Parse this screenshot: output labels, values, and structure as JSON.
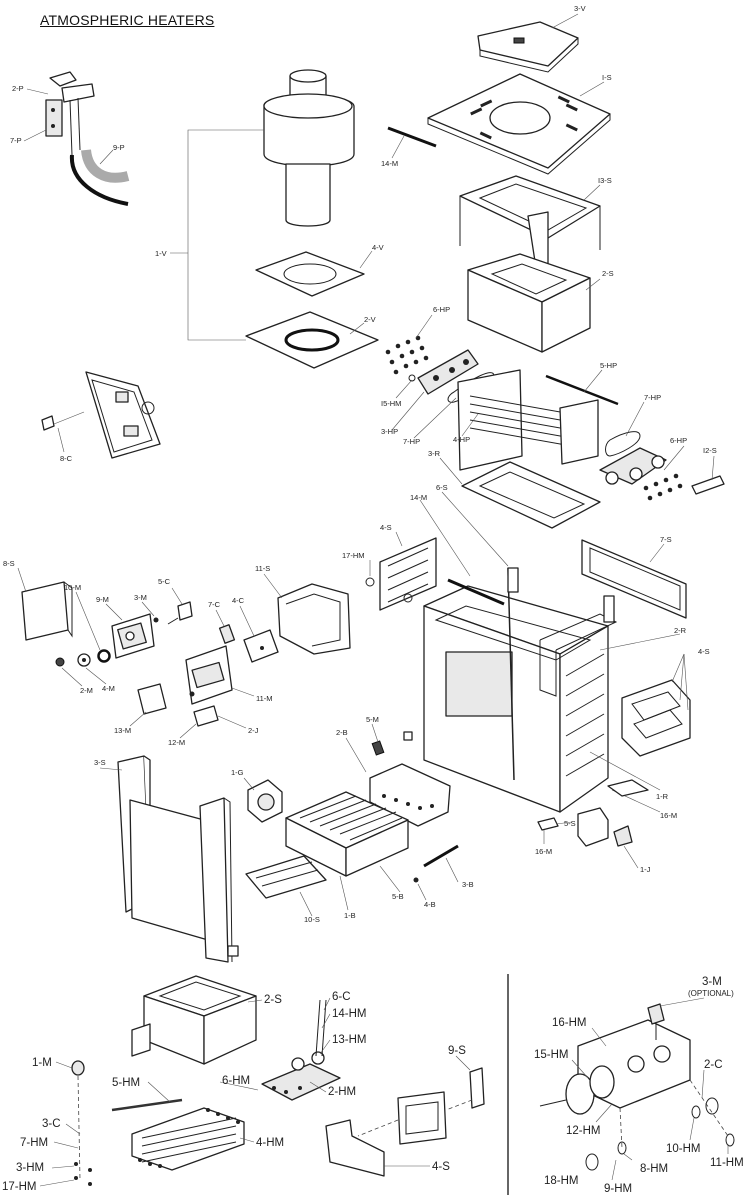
{
  "title": "ATMOSPHERIC HEATERS",
  "optional_note": "(OPTIONAL)",
  "labels": {
    "l_3V": "3-V",
    "l_1S": "I-S",
    "l_14M_top": "14-M",
    "l_13S": "I3-S",
    "l_2S_top": "2-S",
    "l_1V": "1-V",
    "l_4V": "4-V",
    "l_2V": "2-V",
    "l_2P": "2-P",
    "l_7P": "7-P",
    "l_9P": "9-P",
    "l_8C": "8-C",
    "l_6HP_a": "6-HP",
    "l_15HM": "I5-HM",
    "l_3HP": "3-HP",
    "l_7HP_a": "7-HP",
    "l_4HP": "4-HP",
    "l_5HP": "5-HP",
    "l_7HP_b": "7-HP",
    "l_6HP_b": "6-HP",
    "l_12S": "I2-S",
    "l_3R": "3-R",
    "l_6S": "6-S",
    "l_14M_mid": "14-M",
    "l_7S": "7-S",
    "l_4S_a": "4-S",
    "l_17HM_a": "17-HM",
    "l_8S": "8-S",
    "l_10M": "10-M",
    "l_9M": "9-M",
    "l_3M_a": "3-M",
    "l_5C": "5-C",
    "l_7C": "7-C",
    "l_4C": "4-C",
    "l_11S": "11-S",
    "l_2R": "2-R",
    "l_4S_b": "4-S",
    "l_2M": "2-M",
    "l_4M": "4-M",
    "l_11M": "11-M",
    "l_2J": "2-J",
    "l_13M": "13-M",
    "l_12M": "12-M",
    "l_2B": "2-B",
    "l_5M": "5-M",
    "l_1R": "1-R",
    "l_16M_a": "16-M",
    "l_3S": "3-S",
    "l_1G": "1-G",
    "l_5S": "5-S",
    "l_16M_b": "16-M",
    "l_1J": "1-J",
    "l_3B": "3-B",
    "l_5B": "5-B",
    "l_4B": "4-B",
    "l_10S": "10-S",
    "l_1B": "1-B",
    "b_2S": "2-S",
    "b_6C": "6-C",
    "b_14HM": "14-HM",
    "b_13HM": "13-HM",
    "b_1M": "1-M",
    "b_5HM": "5-HM",
    "b_6HM": "6-HM",
    "b_2HM": "2-HM",
    "b_3C": "3-C",
    "b_7HM": "7-HM",
    "b_4HM": "4-HM",
    "b_3HM": "3-HM",
    "b_17HM": "17-HM",
    "b_9S": "9-S",
    "b_4S": "4-S",
    "b_3M": "3-M",
    "b_16HM": "16-HM",
    "b_15HM": "15-HM",
    "b_2C": "2-C",
    "b_12HM": "12-HM",
    "b_10HM": "10-HM",
    "b_11HM": "11-HM",
    "b_8HM": "8-HM",
    "b_18HM": "18-HM",
    "b_9HM": "9-HM"
  }
}
